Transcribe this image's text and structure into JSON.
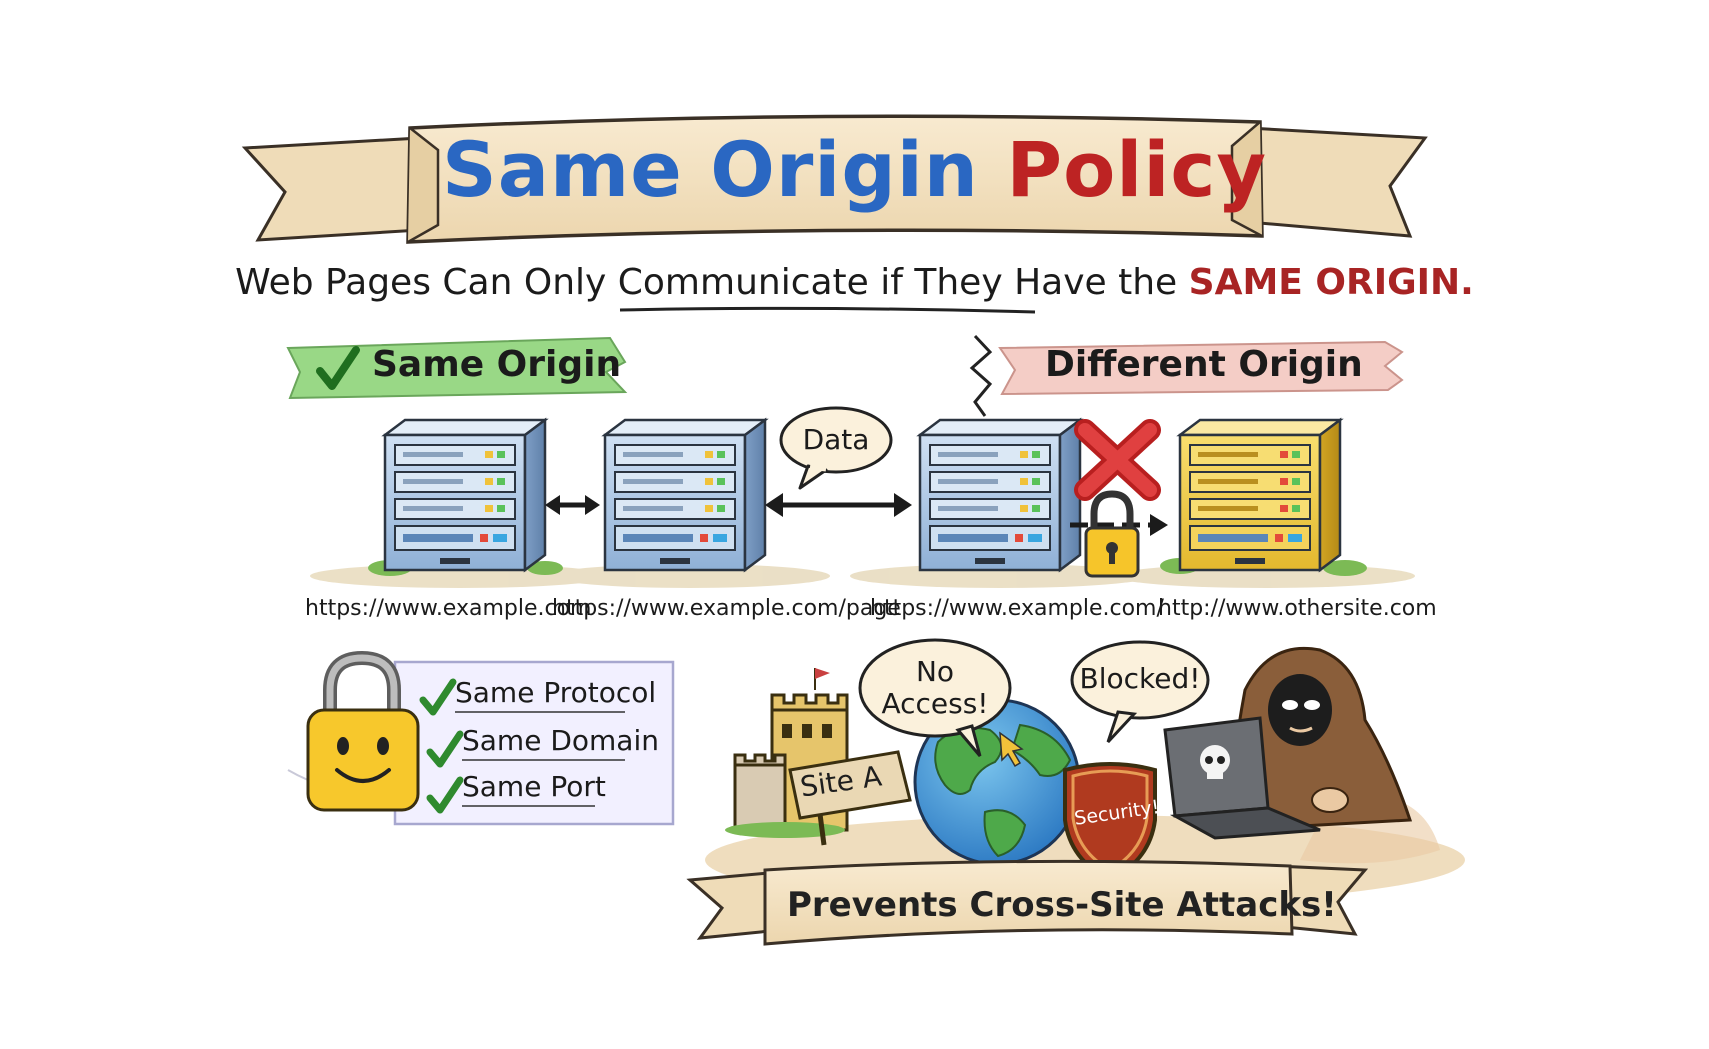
{
  "title": {
    "part1": "Same Origin",
    "part2": "Policy"
  },
  "subtitle": {
    "main": "Web Pages Can Only Communicate if They Have the",
    "emphasis": "SAME ORIGIN."
  },
  "tags": {
    "same_origin": "Same Origin",
    "different_origin": "Different Origin"
  },
  "bubble_data": "Data",
  "urls": [
    "https://www.example.com",
    "https://www.example.com/page",
    "https://www.example.com/",
    "http://www.othersite.com"
  ],
  "checklist": [
    "Same Protocol",
    "Same Domain",
    "Same Port"
  ],
  "scene": {
    "no_access": "No Access!",
    "blocked": "Blocked!",
    "site_sign": "Site A",
    "shield_label": "Security!"
  },
  "bottom_banner": "Prevents Cross-Site Attacks!",
  "colors": {
    "title_blue": "#2a67c2",
    "title_red": "#bd2323",
    "same_origin_green": "#7fcf6a",
    "different_origin_pink": "#f3c6c0",
    "server_blue": "#a9c6e6",
    "server_gold": "#f2cf4a",
    "x_red": "#d83030",
    "lock_yellow": "#f7cc2e"
  }
}
